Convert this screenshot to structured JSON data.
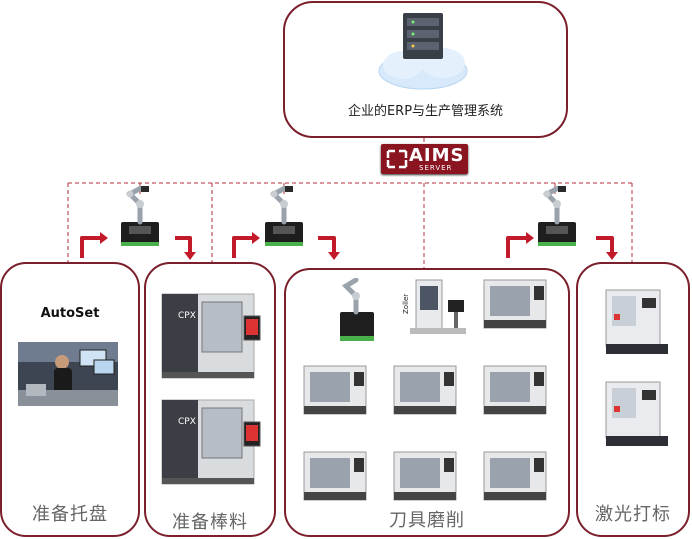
{
  "erp": {
    "title": "企业的ERP与生产管理系统"
  },
  "aims": {
    "name": "AIMS",
    "sub": "SERVER"
  },
  "stations": [
    {
      "id": "pallet",
      "caption": "准备托盘",
      "product": "AutoSet"
    },
    {
      "id": "bar",
      "caption": "准备棒料",
      "machine_brand": "CPX"
    },
    {
      "id": "grinding",
      "caption": "刀具磨削",
      "presetter_brand": "Zoller"
    },
    {
      "id": "laser",
      "caption": "激光打标"
    }
  ],
  "colors": {
    "frame": "#7a1f2b",
    "arrow": "#c2192b",
    "dashed": "#b0323e",
    "badge": "#8a1420"
  }
}
